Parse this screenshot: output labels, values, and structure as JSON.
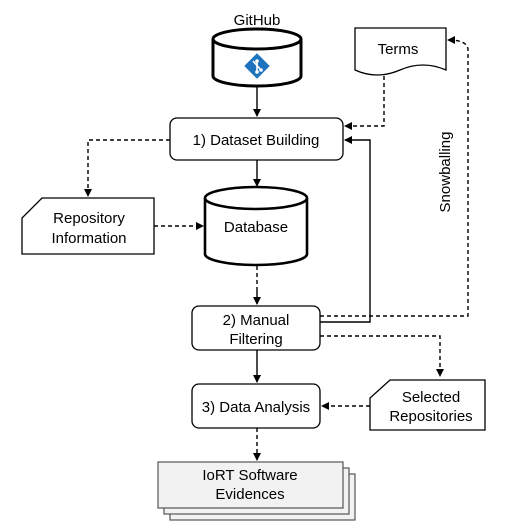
{
  "nodes": {
    "github": {
      "label": "GitHub"
    },
    "terms": {
      "label": "Terms"
    },
    "dataset_building": {
      "label": "1) Dataset Building"
    },
    "repository_information": {
      "line1": "Repository",
      "line2": "Information"
    },
    "database": {
      "label": "Database"
    },
    "manual_filtering": {
      "line1": "2) Manual",
      "line2": "Filtering"
    },
    "data_analysis": {
      "label": "3) Data Analysis"
    },
    "selected_repositories": {
      "line1": "Selected",
      "line2": "Repositories"
    },
    "evidences": {
      "line1": "IoRT Software",
      "line2": "Evidences"
    }
  },
  "edges": {
    "snowballing": {
      "label": "Snowballing"
    }
  },
  "colors": {
    "line": "#000000",
    "git_logo": "#1e73be",
    "evidence_fill": "#f2f2f2"
  },
  "icons": {
    "github_logo": "git-icon"
  }
}
